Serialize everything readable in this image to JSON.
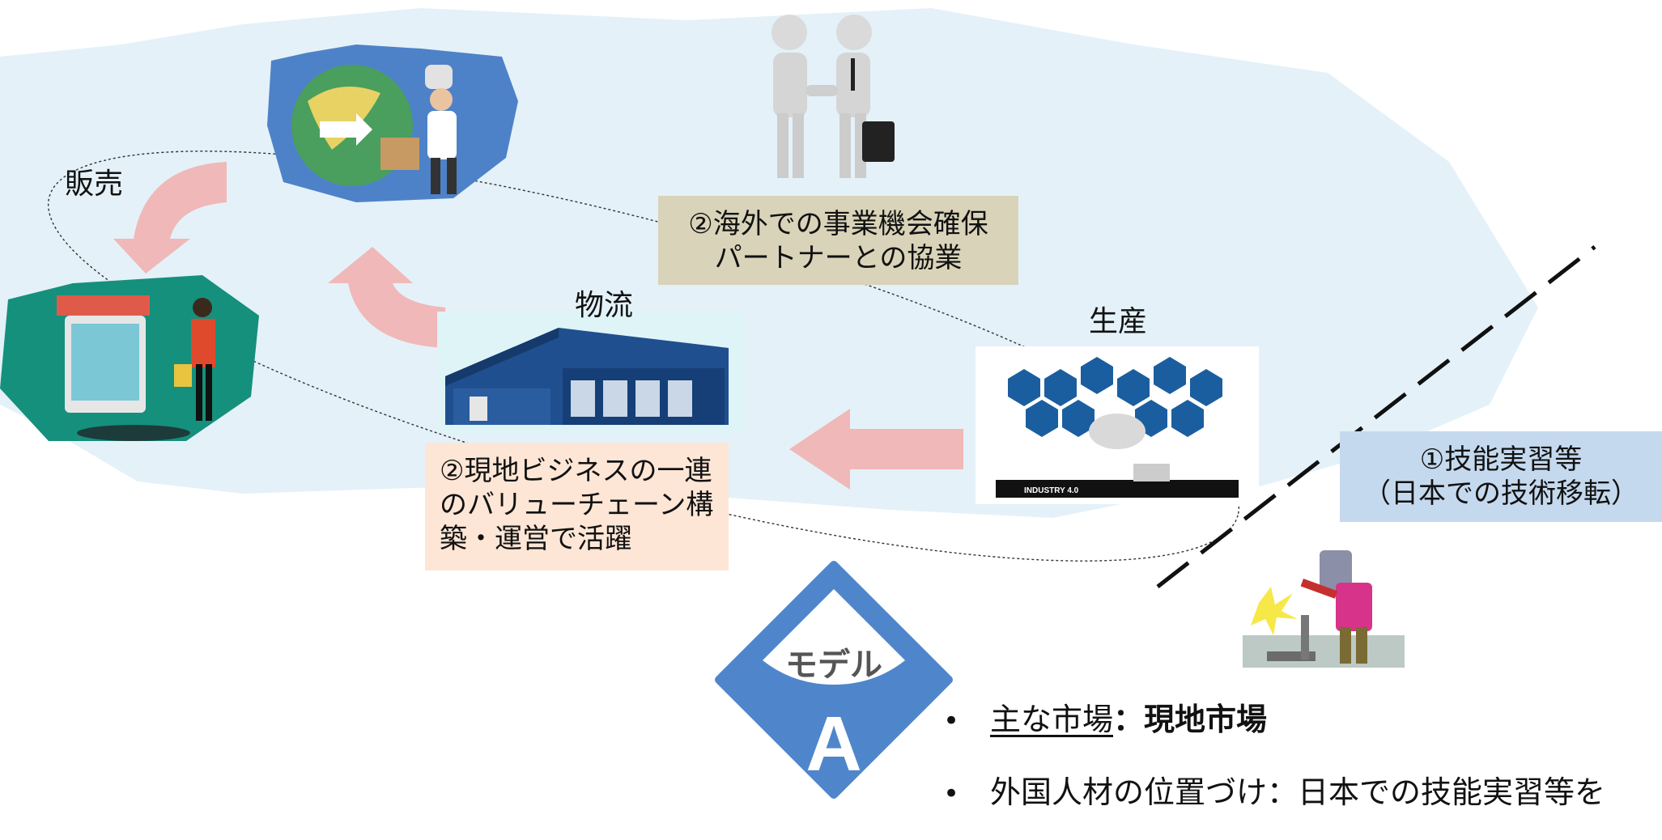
{
  "labels": {
    "sales": "販売",
    "logistics": "物流",
    "production": "生産"
  },
  "boxes": {
    "partner_line1": "②海外での事業機会確保",
    "partner_line2": "パートナーとの協業",
    "chain_line1": "②現地ビジネスの一連",
    "chain_line2": "のバリューチェーン構",
    "chain_line3": "築・運営で活躍",
    "skill_line1": "①技能実習等",
    "skill_line2": "（日本での技術移転）"
  },
  "model_badge": {
    "title": "モデル",
    "letter": "A"
  },
  "bullets": {
    "market_label": "主な市場",
    "market_sep": "：",
    "market_value": "現地市場",
    "position_text": "外国人材の位置づけ：日本での技能実習等を"
  },
  "factory_sign": "INDUSTRY 4.0",
  "colors": {
    "blob": "#e4f1f8",
    "arrow": "#f0b8b8",
    "badge": "#4f86cb",
    "partner_box": "#d9d3b9",
    "chain_box": "#fde6d6",
    "skill_box": "#c5d9ee"
  }
}
